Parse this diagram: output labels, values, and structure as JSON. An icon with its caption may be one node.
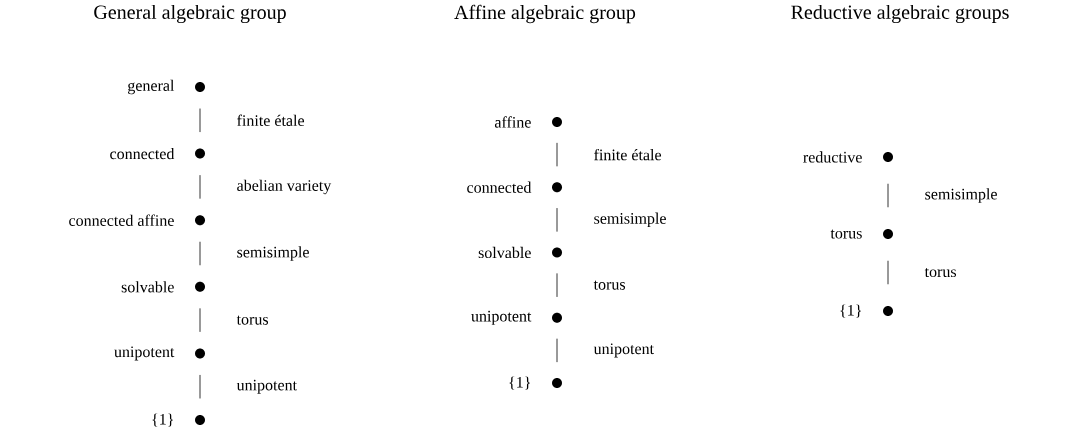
{
  "diagram": {
    "nodes": [
      {
        "text": [],
        "shape": "circle",
        "beside": [
          "general"
        ]
      },
      {
        "text": [],
        "shape": "circle",
        "beside": [
          "connected"
        ]
      },
      {
        "text": [],
        "shape": "circle",
        "beside": [
          "connected affine"
        ]
      },
      {
        "text": [],
        "shape": "circle",
        "beside": [
          "solvable"
        ]
      },
      {
        "text": [],
        "shape": "circle",
        "beside": [
          "unipotent"
        ]
      },
      {
        "text": [],
        "shape": "circle",
        "beside": [
          "{1}"
        ]
      },
      {
        "text": [],
        "shape": "circle",
        "beside": [
          "affine"
        ]
      },
      {
        "text": [],
        "shape": "circle",
        "beside": [
          "connected"
        ]
      },
      {
        "text": [],
        "shape": "circle",
        "beside": [
          "solvable"
        ]
      },
      {
        "text": [],
        "shape": "circle",
        "beside": [
          "unipotent"
        ]
      },
      {
        "text": [],
        "shape": "circle",
        "beside": [
          "{1}"
        ]
      },
      {
        "text": [],
        "shape": "circle",
        "beside": [
          "reductive"
        ]
      },
      {
        "text": [],
        "shape": "circle",
        "beside": [
          "torus"
        ]
      },
      {
        "text": [],
        "shape": "circle",
        "beside": [
          "{1}"
        ]
      }
    ],
    "edges": [
      {
        "from": 0,
        "to": 1,
        "arrow": "none",
        "label": "finite étale"
      },
      {
        "from": 1,
        "to": 2,
        "arrow": "none",
        "label": "abelian variety"
      },
      {
        "from": 2,
        "to": 3,
        "arrow": "none",
        "label": "semisimple"
      },
      {
        "from": 3,
        "to": 4,
        "arrow": "none",
        "label": "torus"
      },
      {
        "from": 4,
        "to": 5,
        "arrow": "none",
        "label": "unipotent"
      },
      {
        "from": 6,
        "to": 7,
        "arrow": "none",
        "label": "finite étale"
      },
      {
        "from": 7,
        "to": 8,
        "arrow": "none",
        "label": "semisimple"
      },
      {
        "from": 8,
        "to": 9,
        "arrow": "none",
        "label": "torus"
      },
      {
        "from": 9,
        "to": 10,
        "arrow": "none",
        "label": "unipotent"
      },
      {
        "from": 11,
        "to": 12,
        "arrow": "none",
        "label": "semisimple"
      },
      {
        "from": 12,
        "to": 13,
        "arrow": "none",
        "label": "torus"
      }
    ],
    "labels": [
      "General algebraic group",
      "Affine algebraic group",
      "Reductive algebraic groups"
    ]
  }
}
